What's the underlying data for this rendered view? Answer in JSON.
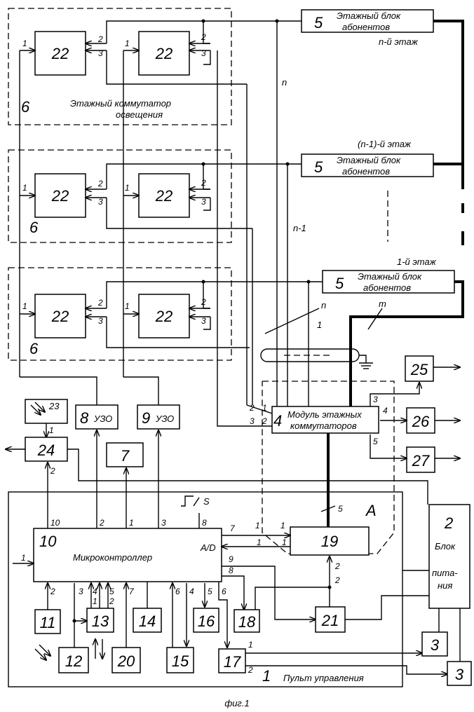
{
  "figure_label": "фиг.1",
  "floors": {
    "top": {
      "name": "n-й этаж",
      "bus_label": "n"
    },
    "middle": {
      "name": "(n-1)-й этаж",
      "bus_label": "n-1"
    },
    "bottom": {
      "name": "1-й этаж"
    }
  },
  "floor_unit": {
    "number": "5",
    "line1": "Этажный блок",
    "line2": "абонентов"
  },
  "lighting_switch": {
    "number": "6",
    "line1": "Этажный коммутатор",
    "line2": "освещения"
  },
  "switch_element": "22",
  "pins": {
    "p1": "1",
    "p2": "2",
    "p3": "3",
    "p4": "4",
    "p5": "5",
    "p6": "6",
    "p7": "7",
    "p8": "8",
    "p9": "9",
    "p10": "10"
  },
  "bus": {
    "n": "n",
    "one": "1",
    "m": "m",
    "five": "5"
  },
  "module": {
    "number": "4",
    "line1": "Модуль этажных",
    "line2": "коммутаторов"
  },
  "zone_a": "A",
  "uzo1": {
    "number": "8",
    "text": "УЗО"
  },
  "uzo2": {
    "number": "9",
    "text": "УЗО"
  },
  "blocks": {
    "b7": "7",
    "b11": "11",
    "b12": "12",
    "b13": "13",
    "b14": "14",
    "b15": "15",
    "b16": "16",
    "b17": "17",
    "b18": "18",
    "b19": "19",
    "b20": "20",
    "b21": "21",
    "b23": "23",
    "b24": "24",
    "b25": "25",
    "b26": "26",
    "b27": "27",
    "b3": "3"
  },
  "mcu": {
    "number": "10",
    "text": "Микроконтроллер",
    "adc": "A/D"
  },
  "switch_s": "S",
  "panel": {
    "number": "1",
    "text": "Пульт управления"
  },
  "psu": {
    "number": "2",
    "line1": "Блок",
    "line2": "пита-",
    "line3": "ния"
  }
}
